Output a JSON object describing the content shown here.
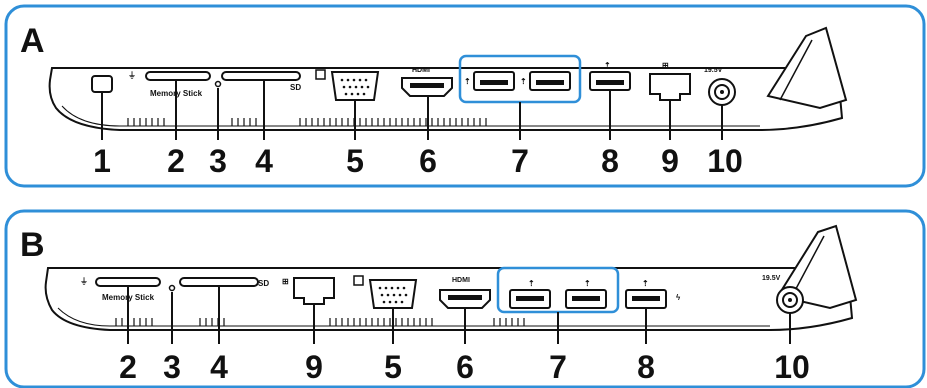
{
  "panels": [
    {
      "letter": "A",
      "numbers": [
        "1",
        "2",
        "3",
        "4",
        "5",
        "6",
        "7",
        "8",
        "9",
        "10"
      ],
      "port_labels": {
        "memory_stick": "Memory Stick",
        "sd": "SD",
        "hdmi": "HDMI",
        "dc_in": "19.5V"
      }
    },
    {
      "letter": "B",
      "numbers": [
        "2",
        "3",
        "4",
        "9",
        "5",
        "6",
        "7",
        "8",
        "10"
      ],
      "port_labels": {
        "memory_stick": "Memory Stick",
        "sd": "SD",
        "hdmi": "HDMI",
        "dc_in": "19.5V"
      }
    }
  ],
  "colors": {
    "frame": "#2f8fd8",
    "line": "#111111",
    "usb_group": "#2f8fd8"
  }
}
